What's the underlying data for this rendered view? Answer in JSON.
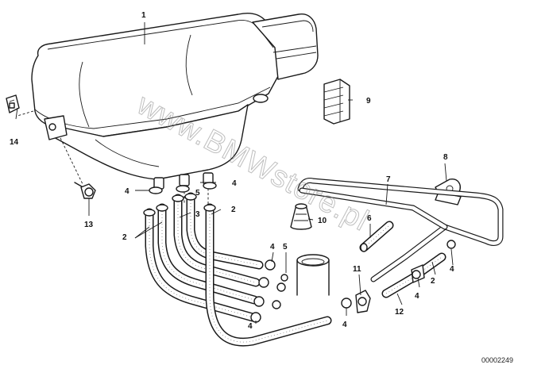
{
  "diagram": {
    "watermark": "www.BMWstore.pl",
    "document_number": "00002249",
    "callouts": {
      "c1": "1",
      "c2a": "2",
      "c2b": "2",
      "c2c": "2",
      "c3": "3",
      "c4a": "4",
      "c4b": "4",
      "c4c": "4",
      "c4d": "4",
      "c4e": "4",
      "c4f": "4",
      "c4g": "4",
      "c5a": "5",
      "c5b": "5",
      "c6": "6",
      "c7": "7",
      "c8": "8",
      "c9": "9",
      "c10": "10",
      "c11": "11",
      "c12": "12",
      "c13": "13",
      "c14": "14"
    }
  }
}
